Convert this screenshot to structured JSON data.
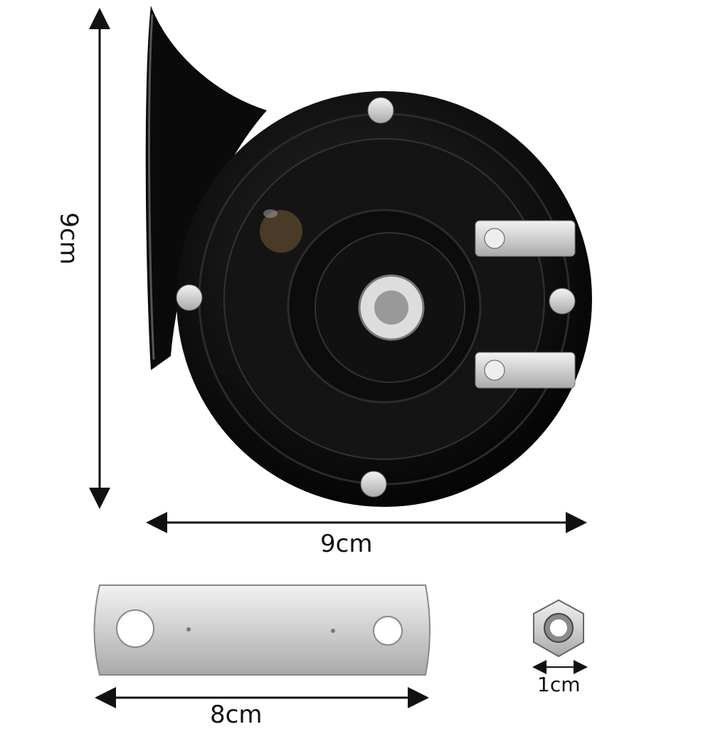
{
  "dimensions": {
    "horn_height": "9cm",
    "horn_width": "9cm",
    "bracket_length": "8cm",
    "nut_size": "1cm"
  },
  "colors": {
    "horn_body": "#0b0b0b",
    "metal": "#c9c9c9",
    "arrow": "#111111"
  }
}
